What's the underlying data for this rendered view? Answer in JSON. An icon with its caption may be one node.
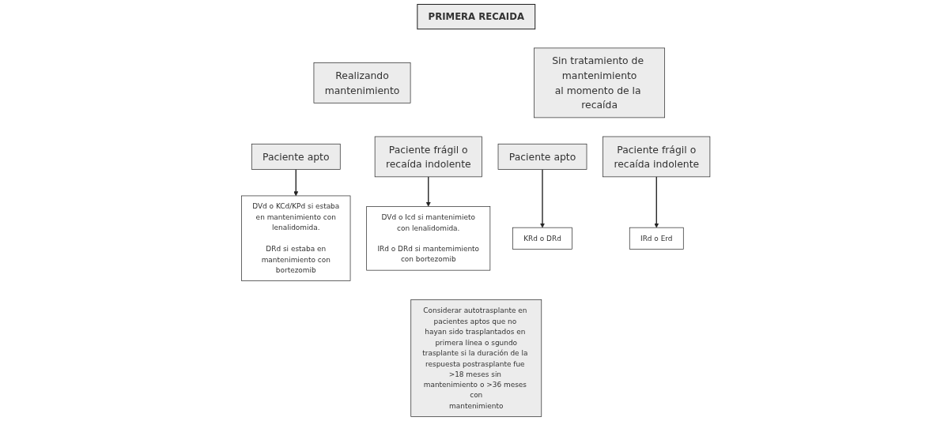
{
  "diagram": {
    "nodes": [
      {
        "text": [
          "PRIMERA RECAIDA"
        ]
      },
      {
        "text": [
          "Realizando mantenimiento"
        ]
      },
      {
        "text": [
          "Sin tratamiento de mantenimiento al momento de la recaída"
        ]
      },
      {
        "text": [
          "Paciente apto"
        ]
      },
      {
        "text": [
          "Paciente frágil o recaída indolente"
        ]
      },
      {
        "text": [
          "Paciente apto"
        ]
      },
      {
        "text": [
          "Paciente frágil o recaída indolente"
        ]
      },
      {
        "text": [
          "DVd o KCd/KPd si estaba en mantenimiento con lenalidomida.",
          "DRd si estaba en mantenimiento con bortezomib"
        ]
      },
      {
        "text": [
          "DVd o Icd si mantenimieto con lenalidomida.",
          "IRd o DRd si mantemimiento con bortezomib"
        ]
      },
      {
        "text": [
          "KRd o DRd"
        ]
      },
      {
        "text": [
          "IRd o Erd"
        ]
      },
      {
        "text": [
          "Considerar autotrasplante en pacientes aptos que no hayan sido trasplantados en primera línea o sgundo trasplante si la duración de la respuesta postrasplante fue >18 meses sin mantenimiento o >36 meses con mantenimiento"
        ]
      }
    ],
    "edges": [
      {
        "from": 3,
        "to": 7,
        "arrow": "to"
      },
      {
        "from": 4,
        "to": 8,
        "arrow": "to"
      },
      {
        "from": 5,
        "to": 9,
        "arrow": "to"
      },
      {
        "from": 6,
        "to": 10,
        "arrow": "to"
      }
    ]
  }
}
